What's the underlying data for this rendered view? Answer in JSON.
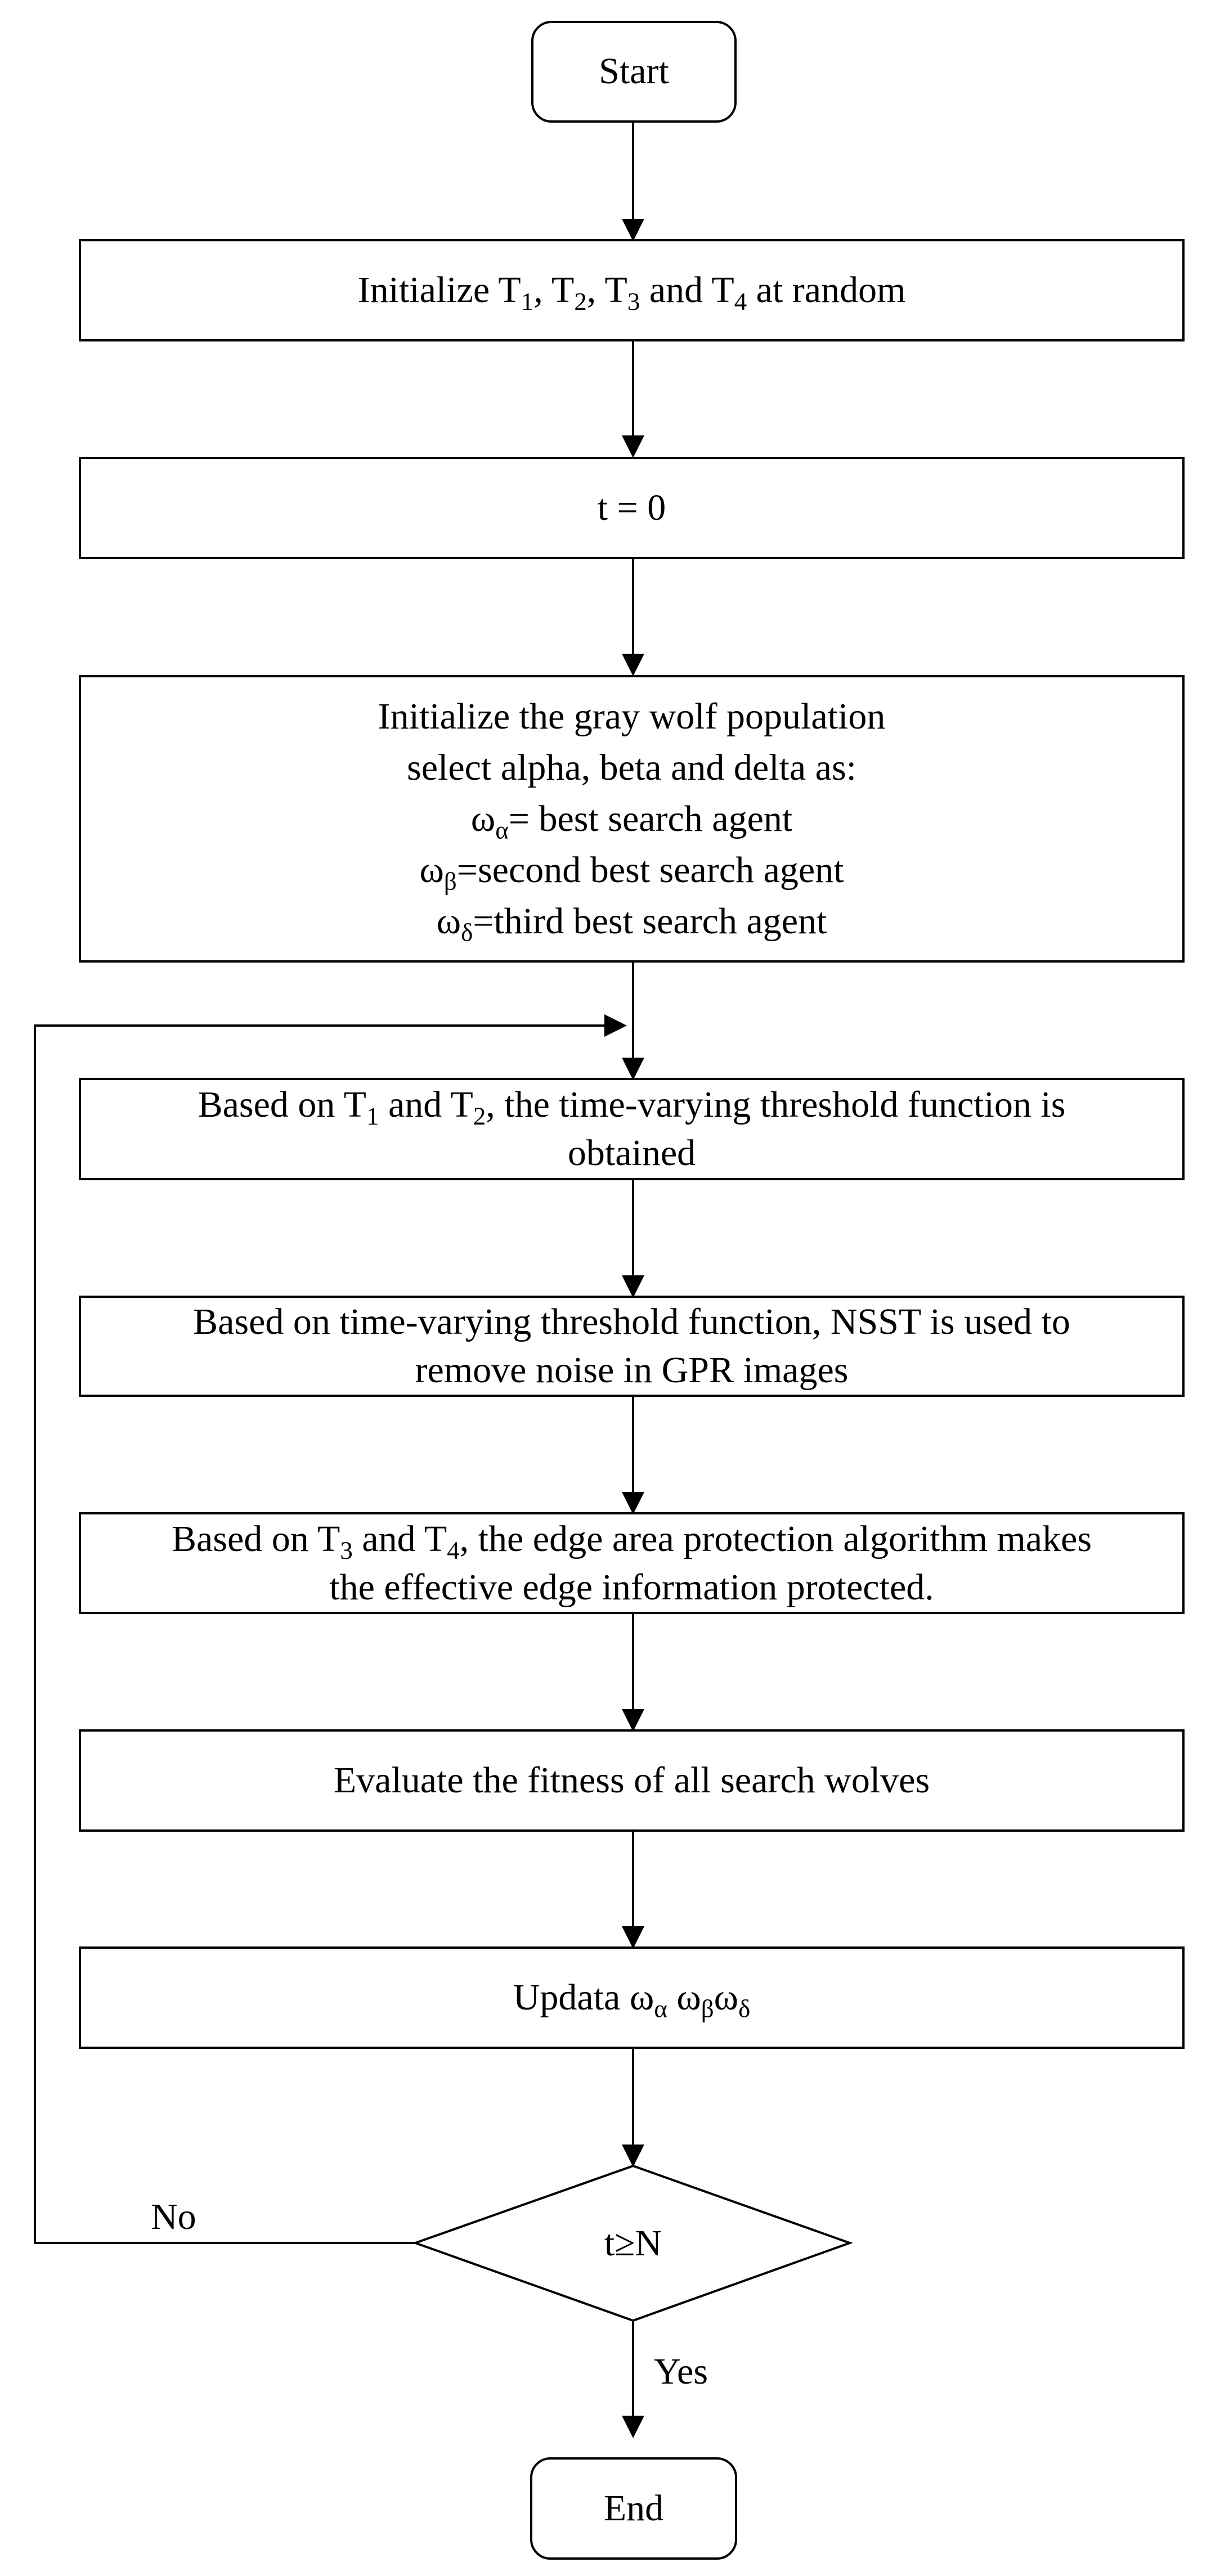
{
  "start": {
    "label": "Start"
  },
  "end": {
    "label": "End"
  },
  "init_thresholds": {
    "prefix": "Initialize T",
    "s1": "1",
    "c1": ", T",
    "s2": "2",
    "c2": ", T",
    "s3": "3",
    "c3": " and T",
    "s4": "4",
    "suffix": " at random"
  },
  "set_t": {
    "label": "t = 0"
  },
  "init_population": {
    "line1": "Initialize the gray wolf population",
    "line2": "select alpha, beta and delta as:",
    "line3": {
      "sym": "ω",
      "sub": "α",
      "text": "=  best search agent"
    },
    "line4": {
      "sym": "ω",
      "sub": "β",
      "text": "=second best search agent"
    },
    "line5": {
      "sym": "ω",
      "sub": "δ",
      "text": "=third best search agent"
    }
  },
  "threshold_function": {
    "a": "Based on T",
    "s1": "1",
    "b": " and T",
    "s2": "2",
    "c": ", the time-varying threshold function is",
    "line2": "obtained"
  },
  "nsst": {
    "line1": "Based on time-varying threshold function, NSST is used to",
    "line2": "remove noise in GPR images"
  },
  "edge_protection": {
    "a": "Based on T",
    "s3": "3",
    "b": " and T",
    "s4": "4",
    "c": ", the edge area protection algorithm makes",
    "line2": "the effective edge information protected."
  },
  "evaluate": {
    "label": "Evaluate the fitness of all search wolves"
  },
  "update": {
    "prefix": "Updata ",
    "sym": "ω",
    "sub_a": "α",
    "sub_b": "β",
    "sub_d": "δ"
  },
  "decision": {
    "label": "t≥N",
    "no_label": "No",
    "yes_label": "Yes"
  },
  "colors": {
    "stroke": "#000000",
    "background": "#ffffff"
  }
}
